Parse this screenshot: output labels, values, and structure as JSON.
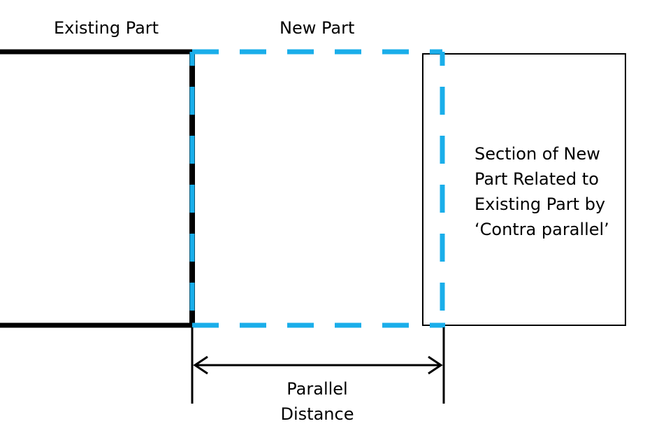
{
  "labels": {
    "existing_part": "Existing Part",
    "new_part": "New Part",
    "section_lines": [
      "Section of New",
      "Part Related to",
      "Existing Part by",
      "‘Contra parallel’"
    ],
    "distance_lines": [
      "Parallel",
      "Distance"
    ]
  },
  "colors": {
    "existing": "#000000",
    "new": "#1aaeea",
    "background": "#ffffff"
  }
}
